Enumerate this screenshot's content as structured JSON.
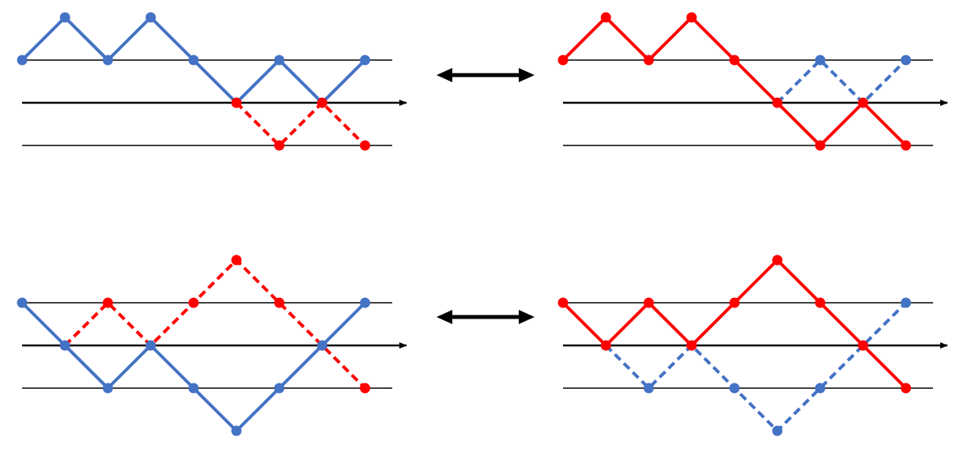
{
  "colors": {
    "blue": "#4472C4",
    "red": "#FF0000",
    "axis": "#000000",
    "background": "#FFFFFF"
  },
  "levels": {
    "top": 1,
    "axis": 0,
    "bottom": -1
  },
  "panels": [
    {
      "id": "top-left",
      "paths": [
        {
          "color": "blue",
          "style": "solid",
          "points": [
            [
              0,
              1
            ],
            [
              1,
              2
            ],
            [
              2,
              1
            ],
            [
              3,
              2
            ],
            [
              4,
              1
            ],
            [
              5,
              0
            ],
            [
              6,
              1
            ],
            [
              7,
              0
            ],
            [
              8,
              1
            ]
          ]
        },
        {
          "color": "red",
          "style": "dashed",
          "points": [
            [
              5,
              0
            ],
            [
              6,
              -1
            ],
            [
              7,
              0
            ],
            [
              8,
              -1
            ]
          ]
        }
      ]
    },
    {
      "id": "top-right",
      "paths": [
        {
          "color": "blue",
          "style": "dashed",
          "points": [
            [
              5,
              0
            ],
            [
              6,
              1
            ],
            [
              7,
              0
            ],
            [
              8,
              1
            ]
          ]
        },
        {
          "color": "red",
          "style": "solid",
          "points": [
            [
              0,
              1
            ],
            [
              1,
              2
            ],
            [
              2,
              1
            ],
            [
              3,
              2
            ],
            [
              4,
              1
            ],
            [
              5,
              0
            ],
            [
              6,
              -1
            ],
            [
              7,
              0
            ],
            [
              8,
              -1
            ]
          ]
        }
      ]
    },
    {
      "id": "bottom-left",
      "paths": [
        {
          "color": "red",
          "style": "dashed",
          "points": [
            [
              1,
              0
            ],
            [
              2,
              1
            ],
            [
              3,
              0
            ],
            [
              4,
              1
            ],
            [
              5,
              2
            ],
            [
              6,
              1
            ],
            [
              7,
              0
            ],
            [
              8,
              -1
            ]
          ]
        },
        {
          "color": "blue",
          "style": "solid",
          "points": [
            [
              0,
              1
            ],
            [
              1,
              0
            ],
            [
              2,
              -1
            ],
            [
              3,
              0
            ],
            [
              4,
              -1
            ],
            [
              5,
              -2
            ],
            [
              6,
              -1
            ],
            [
              7,
              0
            ],
            [
              8,
              1
            ]
          ]
        }
      ]
    },
    {
      "id": "bottom-right",
      "paths": [
        {
          "color": "blue",
          "style": "dashed",
          "points": [
            [
              1,
              0
            ],
            [
              2,
              -1
            ],
            [
              3,
              0
            ],
            [
              4,
              -1
            ],
            [
              5,
              -2
            ],
            [
              6,
              -1
            ],
            [
              7,
              0
            ],
            [
              8,
              1
            ]
          ]
        },
        {
          "color": "red",
          "style": "solid",
          "points": [
            [
              0,
              1
            ],
            [
              1,
              0
            ],
            [
              2,
              1
            ],
            [
              3,
              0
            ],
            [
              4,
              1
            ],
            [
              5,
              2
            ],
            [
              6,
              1
            ],
            [
              7,
              0
            ],
            [
              8,
              -1
            ]
          ]
        }
      ]
    }
  ],
  "connectors": [
    {
      "id": "top-bijection-arrow",
      "type": "double-headed-arrow"
    },
    {
      "id": "bottom-bijection-arrow",
      "type": "double-headed-arrow"
    }
  ]
}
